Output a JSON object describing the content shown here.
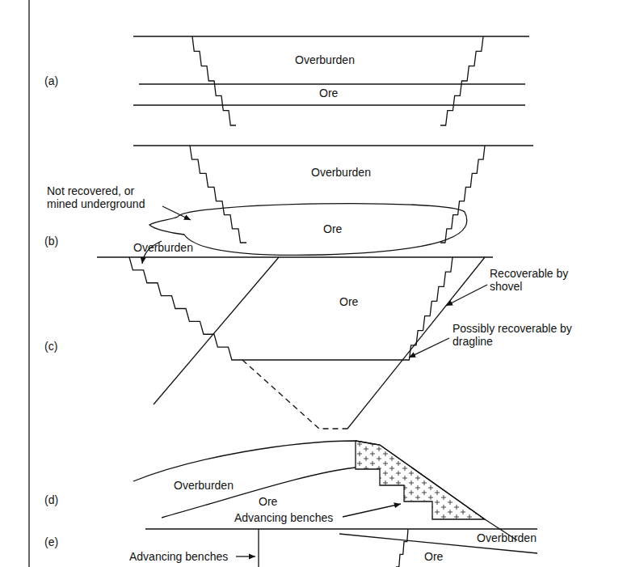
{
  "diagram": {
    "labels": [
      "Overburden",
      "(a)",
      "Ore",
      "Overburden",
      "Not recovered, or mined underground",
      "(b)",
      "Ore",
      "Overburden",
      "Ore",
      "Recoverable by shovel",
      "(c)",
      "Possibly recoverable by dragline",
      "Overburden",
      "(d)",
      "Ore",
      "Advancing benches",
      "(e)",
      "Overburden",
      "Ore",
      "Advancing benches"
    ]
  }
}
